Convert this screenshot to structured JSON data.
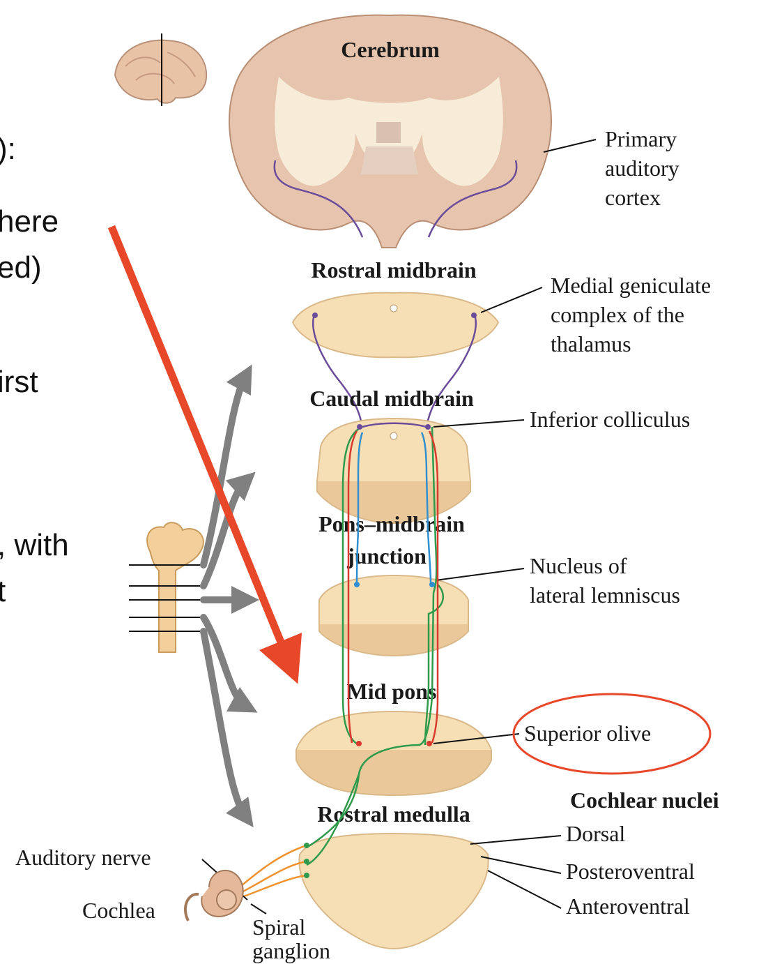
{
  "slide_fragments": [
    "):",
    "here",
    "ed)",
    "irst",
    ", with",
    "t"
  ],
  "sections": {
    "cerebrum": "Cerebrum",
    "rostral_midbrain": "Rostral midbrain",
    "caudal_midbrain": "Caudal midbrain",
    "pons_midbrain_line1": "Pons–midbrain",
    "pons_midbrain_line2": "junction",
    "mid_pons": "Mid pons",
    "rostral_medulla": "Rostral medulla"
  },
  "labels": {
    "primary_auditory_cortex": [
      "Primary",
      "auditory",
      "cortex"
    ],
    "medial_geniculate": [
      "Medial geniculate",
      "complex of the",
      "thalamus"
    ],
    "inferior_colliculus": "Inferior colliculus",
    "nucleus_lateral_lemniscus": [
      "Nucleus of",
      "lateral lemniscus"
    ],
    "superior_olive": "Superior olive",
    "cochlear_nuclei_title": "Cochlear nuclei",
    "dorsal": "Dorsal",
    "posteroventral": "Posteroventral",
    "anteroventral": "Anteroventral",
    "auditory_nerve": "Auditory nerve",
    "cochlea": "Cochlea",
    "spiral_ganglion": [
      "Spiral",
      "ganglion"
    ]
  },
  "colors": {
    "tissue": "#f7dfb5",
    "tissue_edge": "#d9b98a",
    "cortex": "#e2bea8",
    "purple_path": "#6b4c9a",
    "green_path": "#2e9a4b",
    "red_path": "#d83a2e",
    "blue_path": "#2f8fd0",
    "orange_path": "#f0922e",
    "highlight": "#e8482a",
    "gray_arrow": "#808080"
  }
}
